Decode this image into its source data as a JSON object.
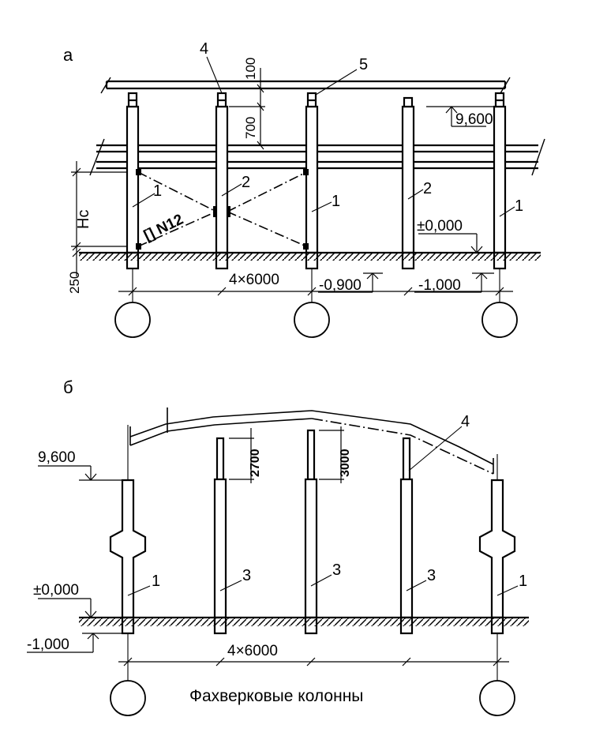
{
  "panel_a": {
    "letter": "а",
    "callouts": {
      "c4": "4",
      "c5": "5",
      "c1a": "1",
      "c2a": "2",
      "c1b": "1",
      "c2b": "2",
      "c1c": "1"
    },
    "dimensions": {
      "d100": "100",
      "d700": "700",
      "hc": "Hc",
      "d250": "250",
      "spacing": "4×6000"
    },
    "elevations": {
      "top": "9,600",
      "ground": "±0,000",
      "minus_0900": "-0,900",
      "minus_1000": "-1,000"
    },
    "brace_label": "[] N12"
  },
  "panel_b": {
    "letter": "б",
    "callouts": {
      "c1a": "1",
      "c3a": "3",
      "c3b": "3",
      "c3c": "3",
      "c1b": "1",
      "c4": "4"
    },
    "dimensions": {
      "d2700": "2700",
      "d3000": "3000",
      "spacing": "4×6000"
    },
    "elevations": {
      "top": "9,600",
      "ground": "±0,000",
      "minus_1000": "-1,000"
    },
    "caption": "Фахверковые колонны"
  }
}
